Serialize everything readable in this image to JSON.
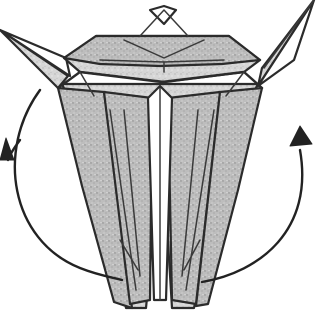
{
  "figure": {
    "kind": "origami folding step",
    "icons": [
      "folded-model",
      "curved-arrow-left",
      "curved-arrow-right"
    ],
    "colors": {
      "line": "#2b2b2b",
      "paper_shade": "#b5b5b5",
      "paper_light": "#d2d2d2",
      "background": "#ffffff"
    }
  }
}
